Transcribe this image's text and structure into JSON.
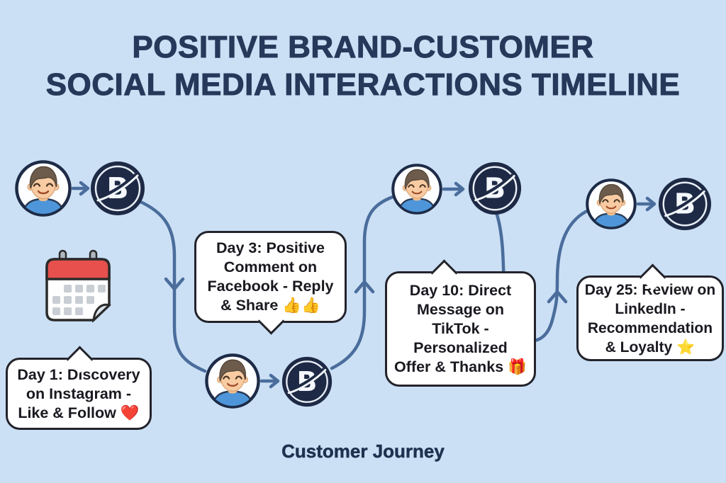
{
  "title": {
    "line1": "POSITIVE BRAND-CUSTOMER",
    "line2": "SOCIAL MEDIA INTERACTIONS TIMELINE"
  },
  "footer": {
    "label": "Customer Journey"
  },
  "bubbles": [
    {
      "name": "day-1",
      "lines": [
        "Day 1: Discovery",
        "on Instagram -",
        "Like & Follow"
      ],
      "emoji": "❤️"
    },
    {
      "name": "day-3",
      "lines": [
        "Day 3: Positive",
        "Comment on",
        "Facebook - Reply",
        "& Share"
      ],
      "emoji": "👍👍"
    },
    {
      "name": "day-10",
      "lines": [
        "Day 10: Direct",
        "Message on",
        "TikTok -",
        "Personalized",
        "Offer & Thanks"
      ],
      "emoji": "🎁"
    },
    {
      "name": "day-25",
      "lines": [
        "Day 25: Review on",
        "LinkedIn -",
        "Recommendation",
        "& Loyalty"
      ],
      "emoji": "⭐"
    }
  ],
  "icons": {
    "customer": "customer-avatar",
    "brand": "brand-logo-B",
    "calendar": "calendar-icon"
  },
  "colors": {
    "background": "#cbe0f5",
    "title_text": "#27395a",
    "connector": "#4a6d9c",
    "bubble_border": "#23232b",
    "bubble_text": "#191920",
    "logo_bg": "#1e2a45",
    "avatar_shirt": "#4e96d9",
    "calendar_red": "#e8504e"
  }
}
